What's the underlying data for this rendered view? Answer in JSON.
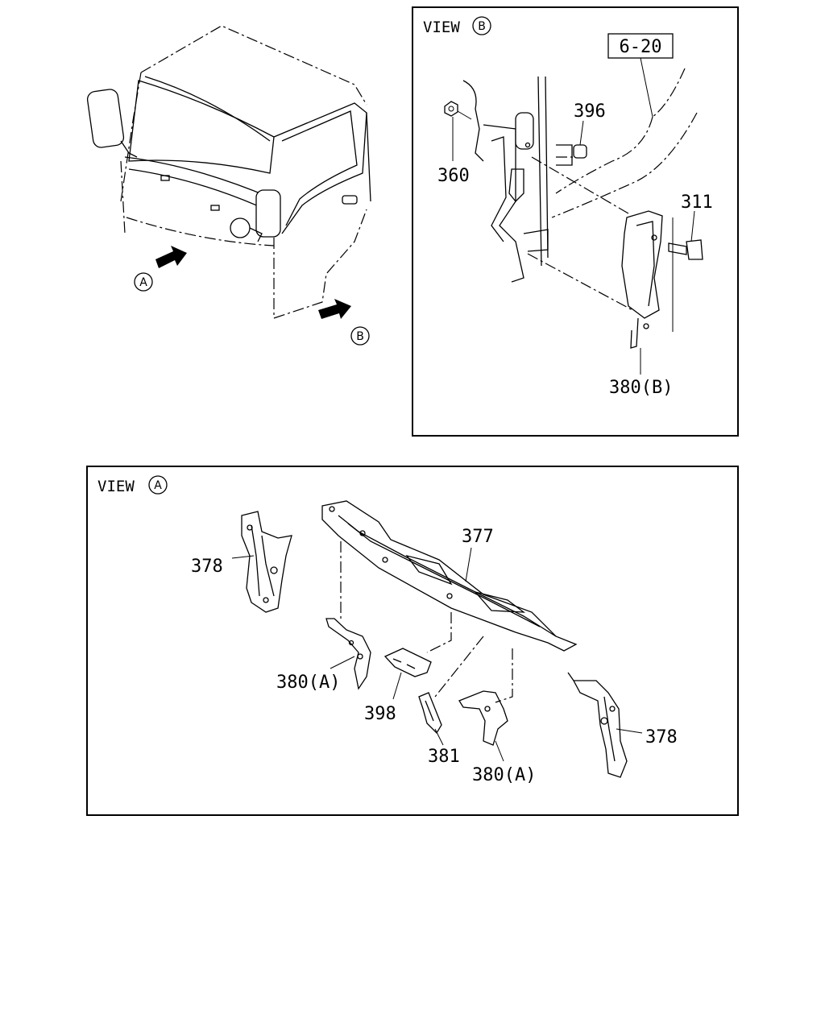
{
  "main_view": {
    "arrow_markers": [
      "A",
      "B"
    ]
  },
  "view_b": {
    "title_prefix": "VIEW",
    "title_marker": "B",
    "ref_box": "6-20",
    "callouts": [
      "396",
      "360",
      "311",
      "380(B)"
    ]
  },
  "view_a": {
    "title_prefix": "VIEW",
    "title_marker": "A",
    "callouts": [
      "377",
      "378",
      "380(A)",
      "398",
      "381",
      "380(A)",
      "378"
    ]
  },
  "colors": {
    "line": "#000000",
    "background": "#ffffff"
  }
}
